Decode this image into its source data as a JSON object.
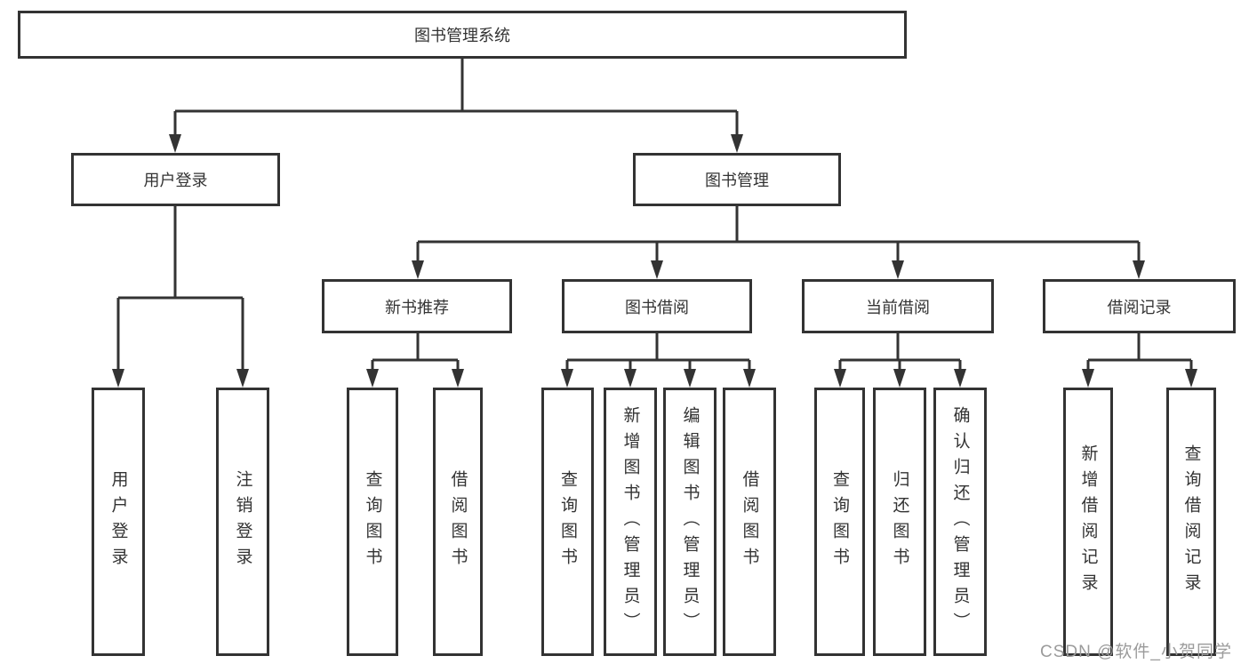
{
  "colors": {
    "background": "#ffffff",
    "box_border": "#333333",
    "line": "#333333",
    "text": "#333333",
    "watermark": "#9b9b9b"
  },
  "watermark": {
    "text": "CSDN @软件_小贺同学"
  },
  "tree": {
    "root": {
      "label": "图书管理系统",
      "children": [
        {
          "label": "用户登录",
          "children": [
            {
              "label": "用户登录"
            },
            {
              "label": "注销登录"
            }
          ]
        },
        {
          "label": "图书管理",
          "children": [
            {
              "label": "新书推荐",
              "children": [
                {
                  "label": "查询图书"
                },
                {
                  "label": "借阅图书"
                }
              ]
            },
            {
              "label": "图书借阅",
              "children": [
                {
                  "label": "查询图书"
                },
                {
                  "label": "新增图书（管理员）"
                },
                {
                  "label": "编辑图书（管理员）"
                },
                {
                  "label": "借阅图书"
                }
              ]
            },
            {
              "label": "当前借阅",
              "children": [
                {
                  "label": "查询图书"
                },
                {
                  "label": "归还图书"
                },
                {
                  "label": "确认归还（管理员）"
                }
              ]
            },
            {
              "label": "借阅记录",
              "children": [
                {
                  "label": "新增借阅记录"
                },
                {
                  "label": "查询借阅记录"
                }
              ]
            }
          ]
        }
      ]
    }
  }
}
